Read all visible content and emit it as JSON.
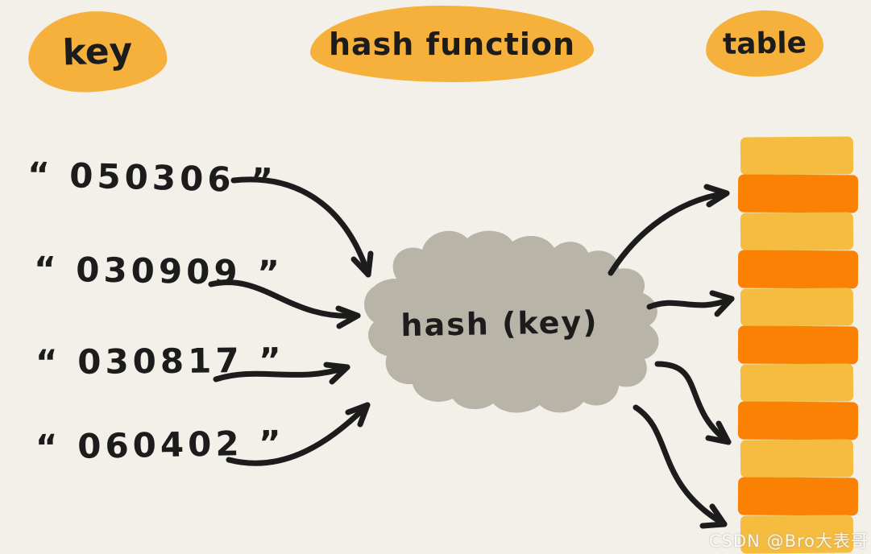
{
  "labels": {
    "key": "key",
    "hash_function": "hash function",
    "table": "table"
  },
  "keys": [
    {
      "value": "“ 050306 ”"
    },
    {
      "value": "“ 030909 ”"
    },
    {
      "value": "“ 030817 ”"
    },
    {
      "value": "“ 060402 ”"
    }
  ],
  "cloud": {
    "label": "hash (key)"
  },
  "table": {
    "cells": [
      {
        "color": "yellow"
      },
      {
        "color": "orange"
      },
      {
        "color": "yellow"
      },
      {
        "color": "orange"
      },
      {
        "color": "yellow"
      },
      {
        "color": "orange"
      },
      {
        "color": "yellow"
      },
      {
        "color": "orange"
      },
      {
        "color": "yellow"
      },
      {
        "color": "orange"
      },
      {
        "color": "yellow"
      }
    ]
  },
  "arrows": {
    "key_to_hash_count": 4,
    "hash_to_table_count": 4
  },
  "colors": {
    "background": "#F2F0E9",
    "label_blob": "#F5B13C",
    "cell_yellow": "#F6BC3F",
    "cell_orange": "#FA8103",
    "cloud": "#B9B4A8",
    "ink": "#1C1C1C"
  },
  "watermark": {
    "text": "CSDN @Bro大表哥"
  }
}
